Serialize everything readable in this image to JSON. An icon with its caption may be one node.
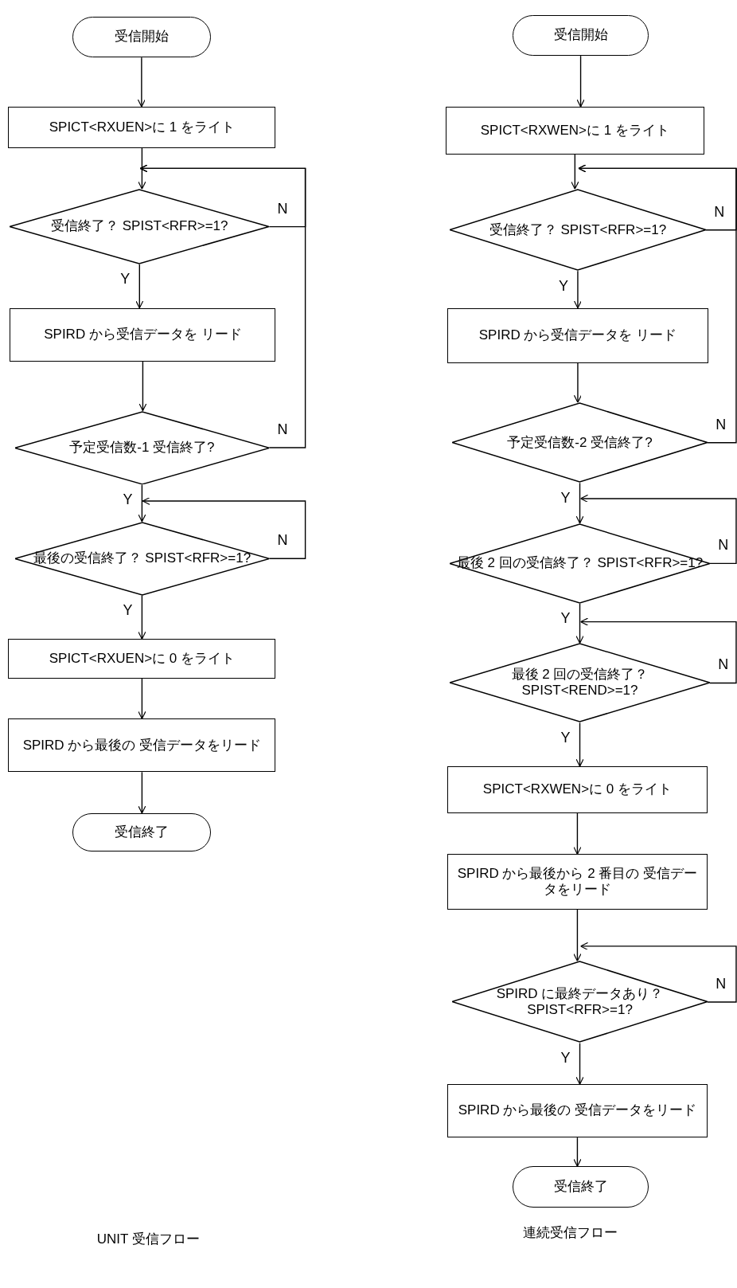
{
  "diagram": {
    "nodes": [
      {
        "text": [
          "受信開始"
        ]
      },
      {
        "text": [
          "SPICT<RXUEN>に 1 をライト"
        ]
      },
      {
        "text": [
          "受信終了？ SPIST<RFR>=1?"
        ]
      },
      {
        "text": [
          "SPIRD から受信データを リード"
        ]
      },
      {
        "text": [
          "予定受信数-1 受信終了?"
        ]
      },
      {
        "text": [
          "最後の受信終了？ SPIST<RFR>=1?"
        ]
      },
      {
        "text": [
          "SPICT<RXUEN>に 0 をライト"
        ]
      },
      {
        "text": [
          "SPIRD から最後の 受信データをリード"
        ]
      },
      {
        "text": [
          "受信終了"
        ]
      },
      {
        "text": [
          "受信開始"
        ]
      },
      {
        "text": [
          "SPICT<RXWEN>に 1 をライト"
        ]
      },
      {
        "text": [
          "受信終了？ SPIST<RFR>=1?"
        ]
      },
      {
        "text": [
          "SPIRD から受信データを リード"
        ]
      },
      {
        "text": [
          "予定受信数-2 受信終了?"
        ]
      },
      {
        "text": [
          "最後 2 回の受信終了？ SPIST<RFR>=1?"
        ]
      },
      {
        "text": [
          "最後 2 回の受信終了？ SPIST<REND>=1?"
        ]
      },
      {
        "text": [
          "SPICT<RXWEN>に 0 をライト"
        ]
      },
      {
        "text": [
          "SPIRD から最後から 2 番目の 受信データをリード"
        ]
      },
      {
        "text": [
          "SPIRD に最終データあり？ SPIST<RFR>=1?"
        ]
      },
      {
        "text": [
          "SPIRD から最後の 受信データをリード"
        ]
      },
      {
        "text": [
          "受信終了"
        ]
      }
    ],
    "edges": [
      {
        "from": 0,
        "to": 1,
        "arrow": "to"
      },
      {
        "from": 1,
        "to": 2,
        "arrow": "to"
      },
      {
        "from": 2,
        "to": 3,
        "arrow": "to",
        "label": "Y"
      },
      {
        "from": 2,
        "to": 2,
        "arrow": "to",
        "label": "N"
      },
      {
        "from": 3,
        "to": 4,
        "arrow": "to"
      },
      {
        "from": 4,
        "to": 2,
        "arrow": "to",
        "label": "N"
      },
      {
        "from": 4,
        "to": 5,
        "arrow": "to",
        "label": "Y"
      },
      {
        "from": 5,
        "to": 5,
        "arrow": "to",
        "label": "N"
      },
      {
        "from": 5,
        "to": 6,
        "arrow": "to",
        "label": "Y"
      },
      {
        "from": 6,
        "to": 7,
        "arrow": "to"
      },
      {
        "from": 7,
        "to": 8,
        "arrow": "to"
      },
      {
        "from": 9,
        "to": 10,
        "arrow": "to"
      },
      {
        "from": 10,
        "to": 11,
        "arrow": "to"
      },
      {
        "from": 11,
        "to": 12,
        "arrow": "to",
        "label": "Y"
      },
      {
        "from": 11,
        "to": 11,
        "arrow": "to",
        "label": "N"
      },
      {
        "from": 12,
        "to": 13,
        "arrow": "to"
      },
      {
        "from": 13,
        "to": 11,
        "arrow": "to",
        "label": "N"
      },
      {
        "from": 13,
        "to": 14,
        "arrow": "to",
        "label": "Y"
      },
      {
        "from": 14,
        "to": 14,
        "arrow": "to",
        "label": "N"
      },
      {
        "from": 14,
        "to": 15,
        "arrow": "to",
        "label": "Y"
      },
      {
        "from": 15,
        "to": 15,
        "arrow": "to",
        "label": "N"
      },
      {
        "from": 15,
        "to": 16,
        "arrow": "to",
        "label": "Y"
      },
      {
        "from": 16,
        "to": 17,
        "arrow": "to"
      },
      {
        "from": 17,
        "to": 18,
        "arrow": "to"
      },
      {
        "from": 18,
        "to": 18,
        "arrow": "to",
        "label": "N"
      },
      {
        "from": 18,
        "to": 19,
        "arrow": "to",
        "label": "Y"
      },
      {
        "from": 19,
        "to": 20,
        "arrow": "to"
      }
    ],
    "labels": [
      "UNIT 受信フロー",
      "連続受信フロー"
    ]
  }
}
